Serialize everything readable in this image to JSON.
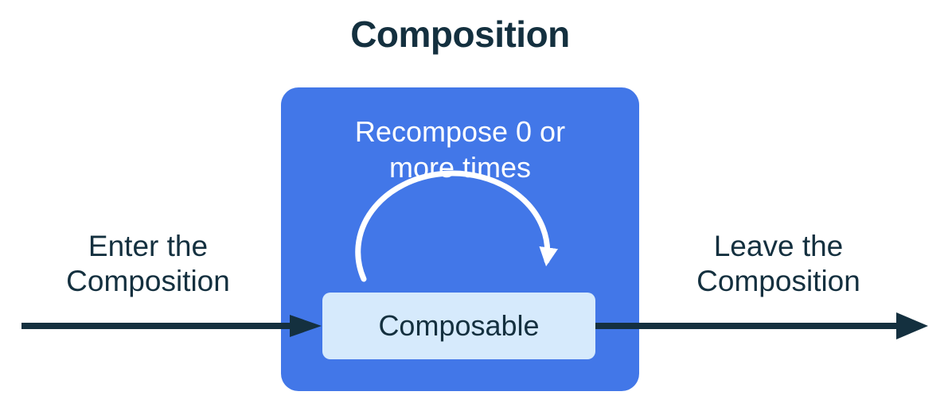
{
  "diagram": {
    "title": "Composition",
    "recompose_label": "Recompose 0 or\nmore times",
    "composable_label": "Composable",
    "enter_label": "Enter the\nComposition",
    "leave_label": "Leave the\nComposition",
    "colors": {
      "container_blue": "#4277e8",
      "composable_light_blue": "#d6eafc",
      "text_navy": "#14303f",
      "loop_arrow_white": "#ffffff",
      "background": "#ffffff"
    }
  }
}
